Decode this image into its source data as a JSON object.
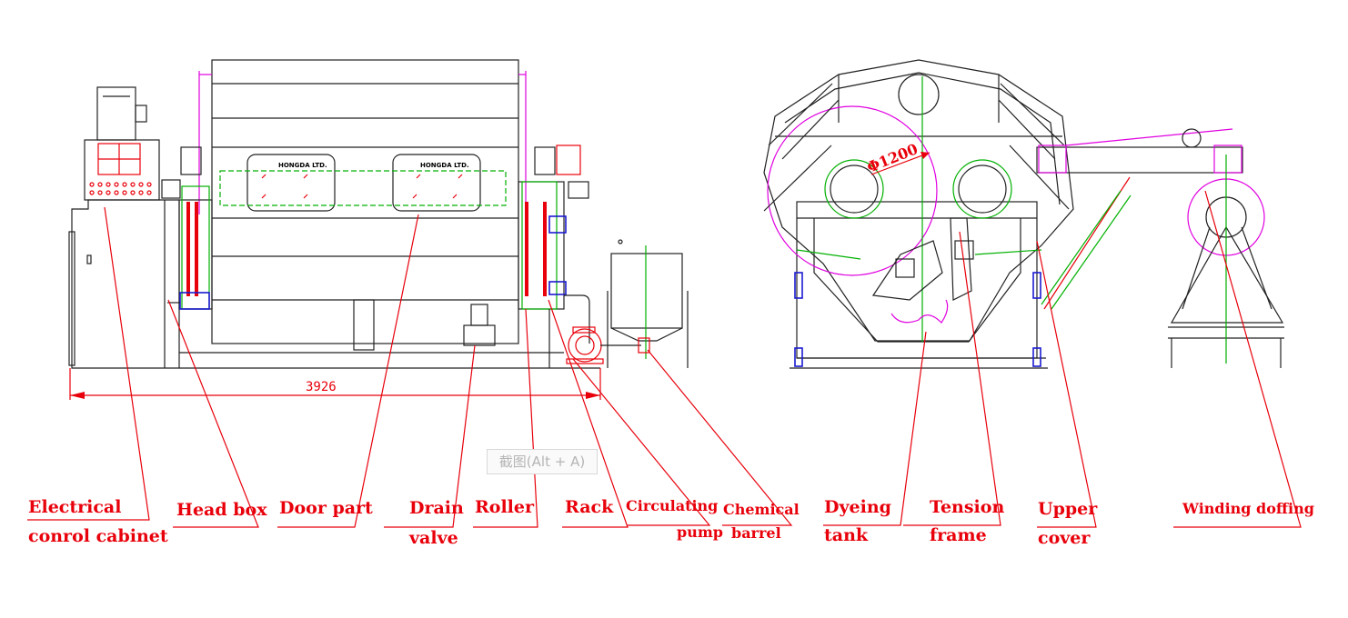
{
  "dimensions": {
    "overall_length": "3926",
    "tank_diameter": "Φ1200"
  },
  "nameplates": {
    "left_window": "HONGDA LTD.",
    "right_window": "HONGDA LTD."
  },
  "labels": {
    "electrical_cabinet": [
      "Electrical",
      "conrol cabinet"
    ],
    "head_box": [
      "Head box"
    ],
    "door_part": [
      "Door part"
    ],
    "drain_valve": [
      "Drain",
      "valve"
    ],
    "roller": [
      "Roller"
    ],
    "rack": [
      "Rack"
    ],
    "circulating_pump": [
      "Circulating",
      "pump"
    ],
    "chemical_barrel": [
      "Chemical",
      "barrel"
    ],
    "dyeing_tank": [
      "Dyeing",
      "tank"
    ],
    "tension_frame": [
      "Tension",
      "frame"
    ],
    "upper_cover": [
      "Upper",
      "cover"
    ],
    "winding_doffing": [
      "Winding doffing"
    ]
  },
  "watermark": "截图(Alt + A)",
  "colors": {
    "annotation": "#e8000b",
    "outline": "#222222",
    "guide": "#00b000",
    "fabric_path": "#e000e0",
    "frame": "#1a1ad0"
  }
}
